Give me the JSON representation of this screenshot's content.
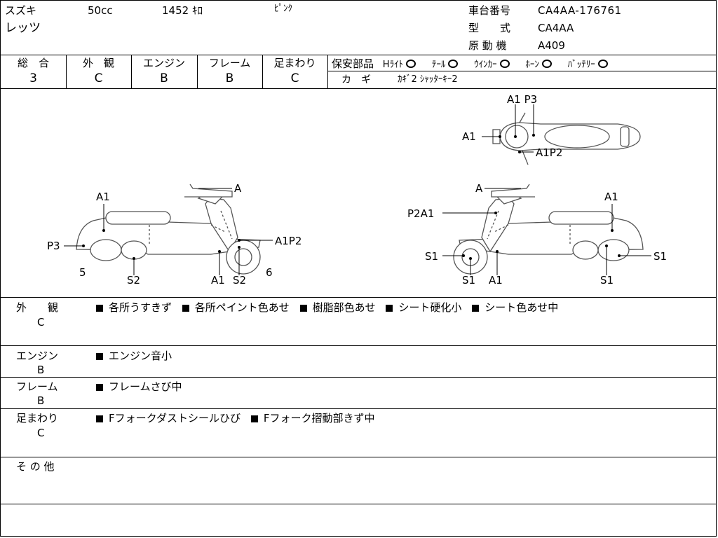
{
  "header": {
    "maker": "スズキ",
    "displacement": "50cc",
    "mileage": "1452 ｷﾛ",
    "color": "ﾋﾟﾝｸ",
    "model_name": "レッツ",
    "frame_no_label": "車台番号",
    "frame_no": "CA4AA-176761",
    "type_label": "型　　式",
    "type": "CA4AA",
    "engine_label": "原 動 機",
    "engine": "A409"
  },
  "grades": {
    "overall_label": "総　合",
    "overall": "3",
    "exterior_label": "外　観",
    "exterior": "C",
    "engine_label": "エンジン",
    "engine": "B",
    "frame_label": "フレーム",
    "frame": "B",
    "suspension_label": "足まわり",
    "suspension": "C"
  },
  "safety": {
    "label": "保安部品",
    "headlight": "Hﾗｲﾄ",
    "taillight": "ﾃｰﾙ",
    "winker": "ｳｲﾝｶｰ",
    "horn": "ﾎｰﾝ",
    "battery": "ﾊﾞｯﾃﾘｰ",
    "key_label": "カ　ギ",
    "key_value": "ｶｷﾞ2 ｼｬｯﾀｰｷｰ2"
  },
  "diagram_labels": {
    "left": {
      "a1": "A1",
      "a": "A",
      "p3": "P3",
      "a1p2": "A1P2",
      "n5": "5",
      "s2_left": "S2",
      "a1_bottom": "A1",
      "s2_right": "S2",
      "n6": "6"
    },
    "top": {
      "a1p3": "A1 P3",
      "a1": "A1",
      "a1p2": "A1P2"
    },
    "right": {
      "a": "A",
      "a1": "A1",
      "p2a1": "P2A1",
      "s1_left": "S1",
      "s1_right": "S1",
      "s1_bl": "S1",
      "a1_bottom": "A1",
      "s1_bottom": "S1"
    }
  },
  "remarks": {
    "exterior": {
      "label": "外　　観",
      "grade": "C",
      "items": [
        "各所うすきず",
        "各所ペイント色あせ",
        "樹脂部色あせ",
        "シート硬化小",
        "シート色あせ中"
      ]
    },
    "engine": {
      "label": "エンジン",
      "grade": "B",
      "items": [
        "エンジン音小"
      ]
    },
    "frame": {
      "label": "フレーム",
      "grade": "B",
      "items": [
        "フレームさび中"
      ]
    },
    "suspension": {
      "label": "足まわり",
      "grade": "C",
      "items": [
        "Fフォークダストシールひび",
        "Fフォーク摺動部きず中"
      ]
    },
    "other": {
      "label": "そ の 他"
    }
  }
}
